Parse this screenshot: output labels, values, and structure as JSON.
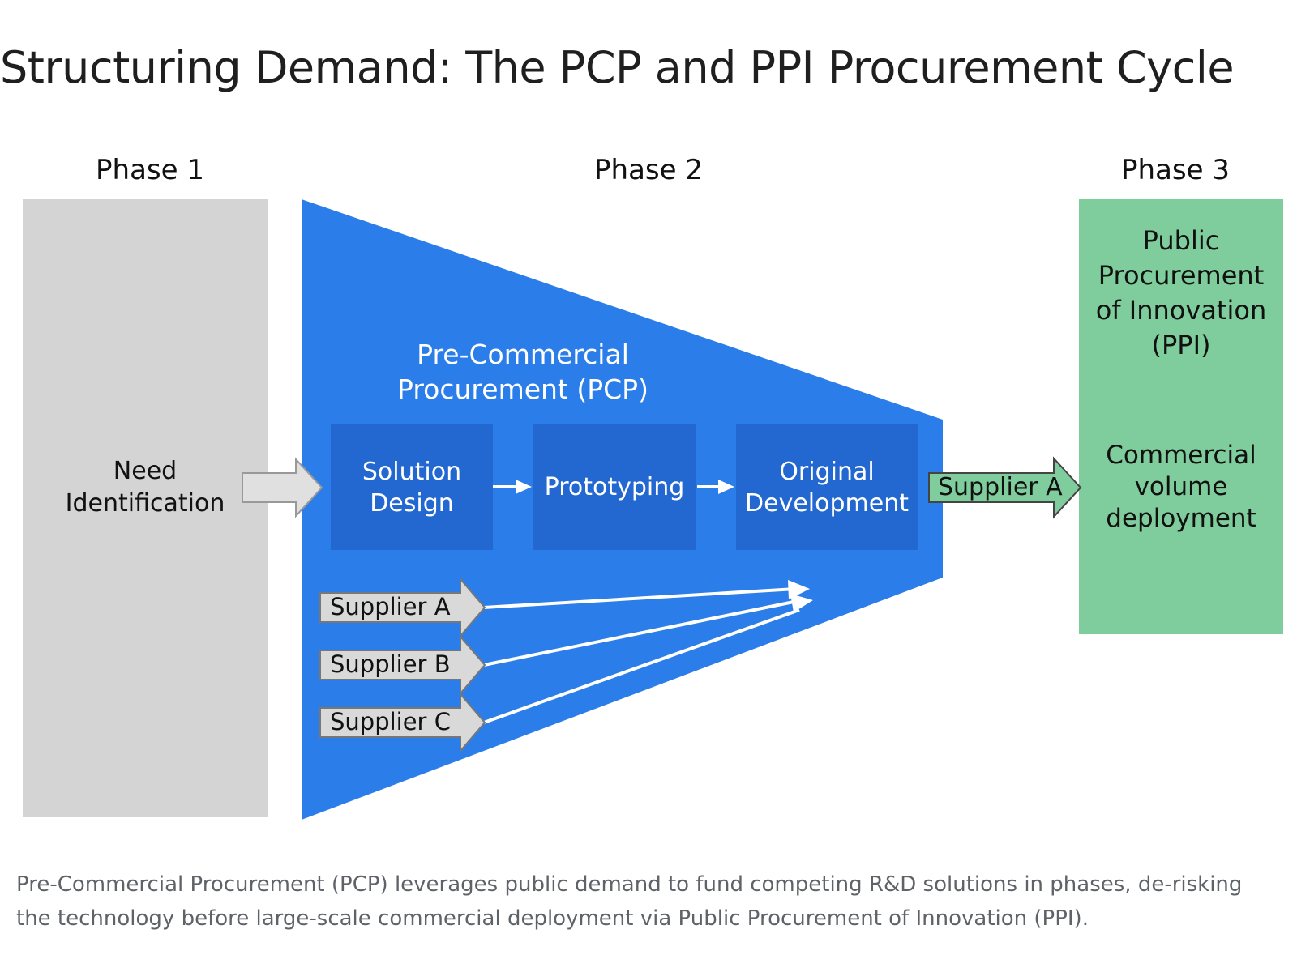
{
  "title": "Structuring Demand: The PCP and PPI Procurement Cycle",
  "phases": {
    "phase1": "Phase 1",
    "phase2": "Phase 2",
    "phase3": "Phase 3"
  },
  "need_identification": "Need\nIdentification",
  "pcp": {
    "title": "Pre-Commercial\nProcurement (PCP)",
    "steps": [
      "Solution\nDesign",
      "Prototyping",
      "Original\nDevelopment"
    ]
  },
  "suppliers": [
    "Supplier A",
    "Supplier B",
    "Supplier C"
  ],
  "selected_supplier": "Supplier A",
  "ppi": {
    "title": "Public\nProcurement\nof Innovation\n(PPI)",
    "subtitle": "Commercial\nvolume\ndeployment"
  },
  "caption": "Pre-Commercial Procurement (PCP) leverages public demand to fund competing R&D solutions in phases, de-risking the technology before large-scale commercial deployment via Public Procurement of Innovation (PPI).",
  "colors": {
    "funnel": "#2b7de9",
    "step_box": "#2367d1",
    "phase1": "#d4d4d4",
    "phase3": "#7fcc9c",
    "supplier_tag": "#d9d9d9"
  }
}
